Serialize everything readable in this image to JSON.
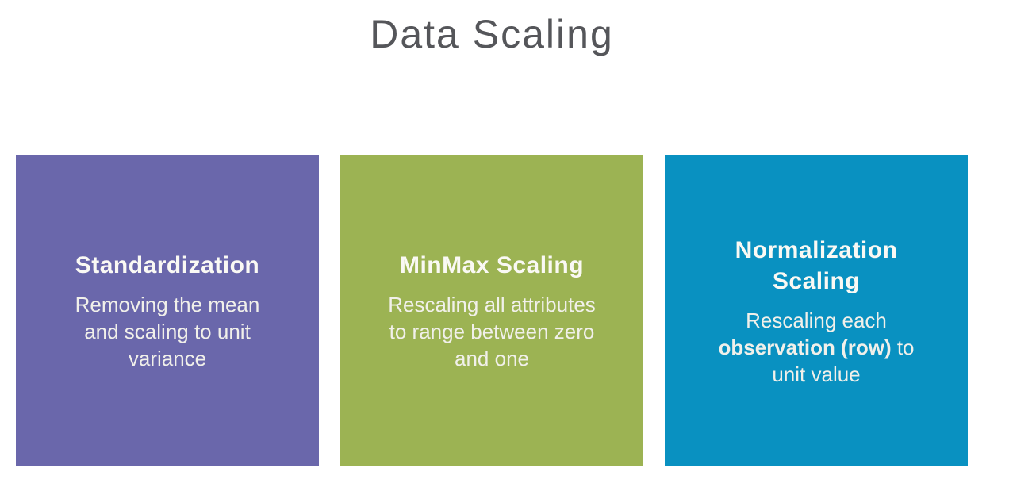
{
  "title": "Data Scaling",
  "colors": {
    "title_text": "#55565A",
    "card_text": "#F1F0EA",
    "standardization_bg": "#6A67AB",
    "minmax_bg": "#9CB353",
    "normalization_bg": "#0991C1"
  },
  "cards": [
    {
      "heading": "Standardization",
      "body": "Removing the mean\nand scaling to unit\nvariance"
    },
    {
      "heading": "MinMax Scaling",
      "body": "Rescaling all attributes\nto range between zero\nand one"
    },
    {
      "heading": "Normalization\nScaling",
      "body_before": "Rescaling each\n",
      "body_bold": "observation (row)",
      "body_after": " to\nunit value"
    }
  ]
}
